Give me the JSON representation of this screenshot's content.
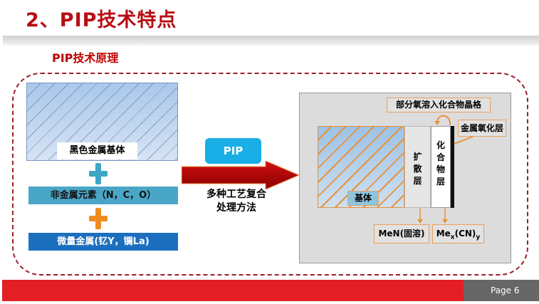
{
  "title": "2、PIP技术特点",
  "subtitle": "PIP技术原理",
  "left": {
    "base_label": "黑色金属基体",
    "nonmetal_label": "非金属元素（N，C，O）",
    "micro_label": "微量金属(钇Y，镧La)"
  },
  "middle": {
    "pip_label": "PIP",
    "method_line1": "多种工艺复合",
    "method_line2": "处理方法"
  },
  "right": {
    "oxygen_callout": "部分氧溶入化合物晶格",
    "oxide_layer": "金属氧化层",
    "diffusion_layer": "扩散层",
    "compound_layer": "化合物层",
    "substrate": "基体",
    "men_label": "MeN(固溶)",
    "mex_base": "Me",
    "mex_sub": "x",
    "mex_mid": "(CN)",
    "mex_sub2": "y"
  },
  "footer": {
    "page": "Page  6"
  },
  "colors": {
    "title": "#b80c14",
    "footer_red": "#e31e24",
    "pip_blue": "#1aaee6",
    "accent_orange": "#e8923a"
  }
}
